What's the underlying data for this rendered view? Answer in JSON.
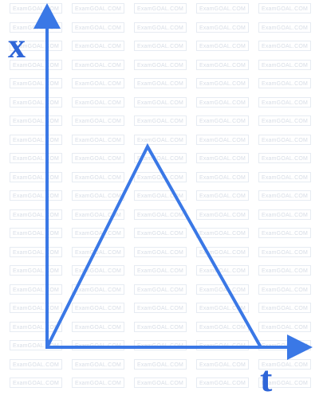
{
  "watermark": {
    "text": "ExamGOAL.COM"
  },
  "diagram": {
    "y_axis_label": "x",
    "x_axis_label": "t",
    "colors": {
      "line": "#3a78e6",
      "label": "#2f66d8"
    }
  }
}
